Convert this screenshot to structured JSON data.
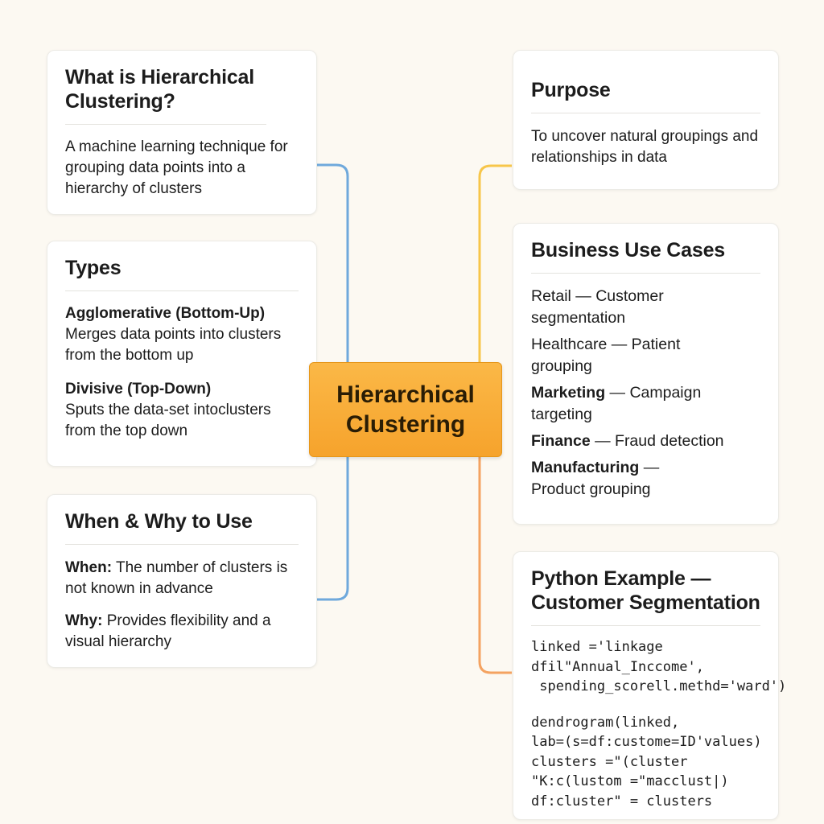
{
  "center_title": "Hierarchical Clustering",
  "what": {
    "title": "What is Hierarchical Clustering?",
    "text": "A machine learning technique for grouping data points into a hierarchy of clusters"
  },
  "types": {
    "title": "Types",
    "agglomerative_label": "Agglomerative (Bottom-Up)",
    "agglomerative_text": "Merges data points into clusters from the bottom up",
    "divisive_label": "Divisive (Top-Down)",
    "divisive_text": "Sputs the data-set intoclusters from the top down"
  },
  "when": {
    "title": "When & Why to Use",
    "when_label": "When:",
    "when_text": "The number of clusters is not known in advance",
    "why_label": "Why:",
    "why_text": "Provides flexibility and a visual hierarchy"
  },
  "purpose": {
    "title": "Purpose",
    "text": "To uncover natural groupings and relationships in data"
  },
  "business": {
    "title": "Business Use Cases",
    "items": [
      {
        "label": "Retail",
        "text": "— Customer segmentation"
      },
      {
        "label": "Healthcare",
        "text": "— Patient grouping"
      },
      {
        "label": "Marketing",
        "text": "— Campaign targeting"
      },
      {
        "label": "Finance",
        "text": "— Fraud detection"
      },
      {
        "label": "Manufacturing",
        "text": "— Product grouping"
      }
    ]
  },
  "python": {
    "title": "Python Example — Customer Segmentation",
    "code_1": "linked ='linkage\ndfil\"Annual_Inccome',\n spending_scorell.methd='ward')",
    "code_2": "dendrogram(linked,\nlab=(s=df:custome=ID'values)\nclusters =\"(cluster\n\"K:c(lustom =\"macclust|)\ndf:cluster\" = clusters"
  },
  "colors": {
    "left_connector": "#6fa9dc",
    "right_top_connector": "#f7c64a",
    "right_bottom_connector": "#f4a361",
    "center_fill": "#f9ae3a"
  }
}
